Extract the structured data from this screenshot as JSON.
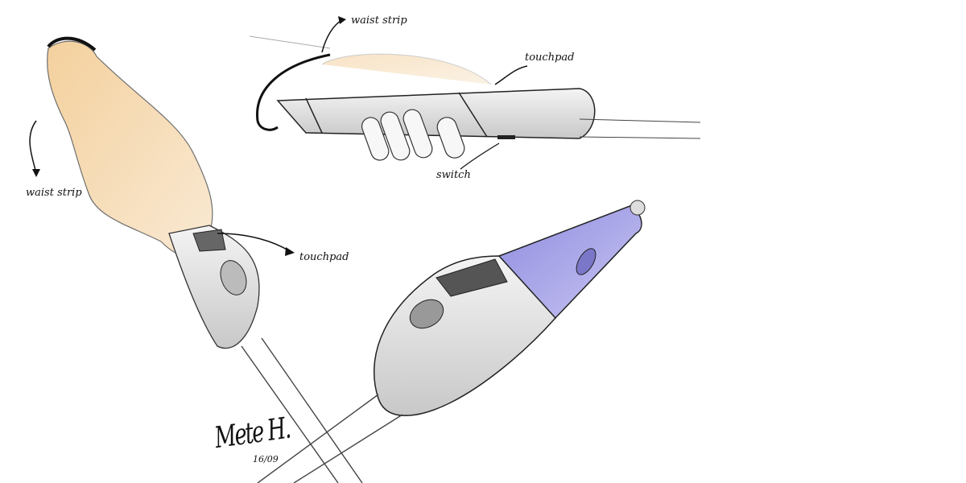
{
  "labels": {
    "left_waist_strip": "waist strip",
    "left_touchpad": "touchpad",
    "top_waist_strip": "waist strip",
    "top_touchpad": "touchpad",
    "top_switch": "switch"
  },
  "signature": {
    "name": "Mete H.",
    "date": "16/09"
  },
  "colors": {
    "skin": "#f0c48a",
    "accent_blue": "#a9a6e6",
    "line": "#222222"
  }
}
